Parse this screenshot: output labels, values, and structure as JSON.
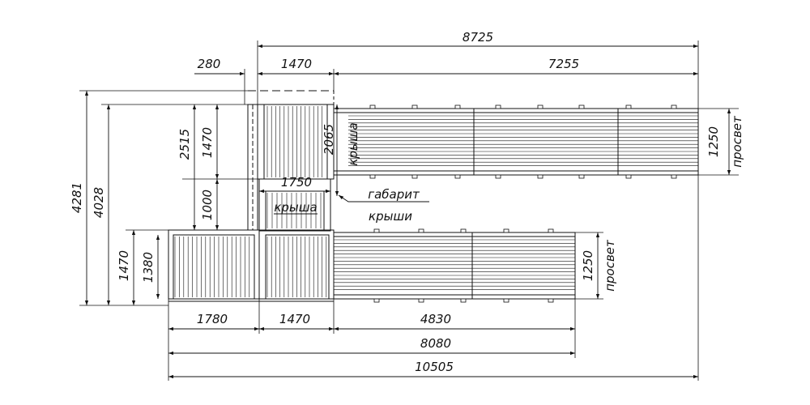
{
  "drawing": {
    "stroke_color": "#111111",
    "background": "#ffffff"
  },
  "dimensions": {
    "top_overall": "8725",
    "top_left_offset": "280",
    "top_block_width": "1470",
    "top_right_length": "7255",
    "bottom_left_block": "1780",
    "bottom_mid_block": "1470",
    "bottom_right_length": "4830",
    "bottom_partial_total": "8080",
    "bottom_overall": "10505",
    "left_overall_height": "4281",
    "left_second_height": "4028",
    "left_upper_height": "2515",
    "left_upper_inner": "1470",
    "left_middle": "1000",
    "left_lower_height": "1470",
    "left_lower_inner": "1380",
    "roof_height": "2065",
    "roof_width": "1750",
    "right_upper_clearance": "1250",
    "right_lower_clearance": "1250"
  },
  "labels": {
    "roof_vertical": "крыша",
    "roof_horizontal": "крыша",
    "roof_envelope_line1": "габарит",
    "roof_envelope_line2": "крыши",
    "clearance_upper": "просвет",
    "clearance_lower": "просвет"
  }
}
